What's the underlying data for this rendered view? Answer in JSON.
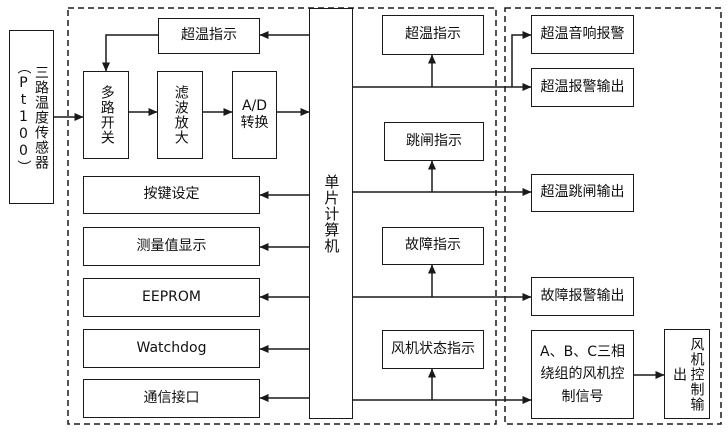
{
  "blocks": {
    "sensor": "三路温度传感器（Pt100）",
    "mux": "多路开关",
    "filter": "滤波放大",
    "adc": "A/D转换",
    "mcu": "单片计算机",
    "overtemp_indicator_left": "超温指示",
    "keys": "按键设定",
    "display": "测量值显示",
    "eeprom": "EEPROM",
    "watchdog": "Watchdog",
    "comm": "通信接口",
    "overtemp_indicator_mid": "超温指示",
    "trip_indicator": "跳闸指示",
    "fault_indicator": "故障指示",
    "fan_state_indicator": "风机状态指示",
    "overtemp_sound_alarm": "超温音响报警",
    "overtemp_alarm_output": "超温报警输出",
    "overtemp_trip_output": "超温跳闸输出",
    "fault_alarm_output": "故障报警输出",
    "fan_signal": "A、B、C三相绕组的风机控制信号",
    "fan_output": "风机控制输出"
  }
}
